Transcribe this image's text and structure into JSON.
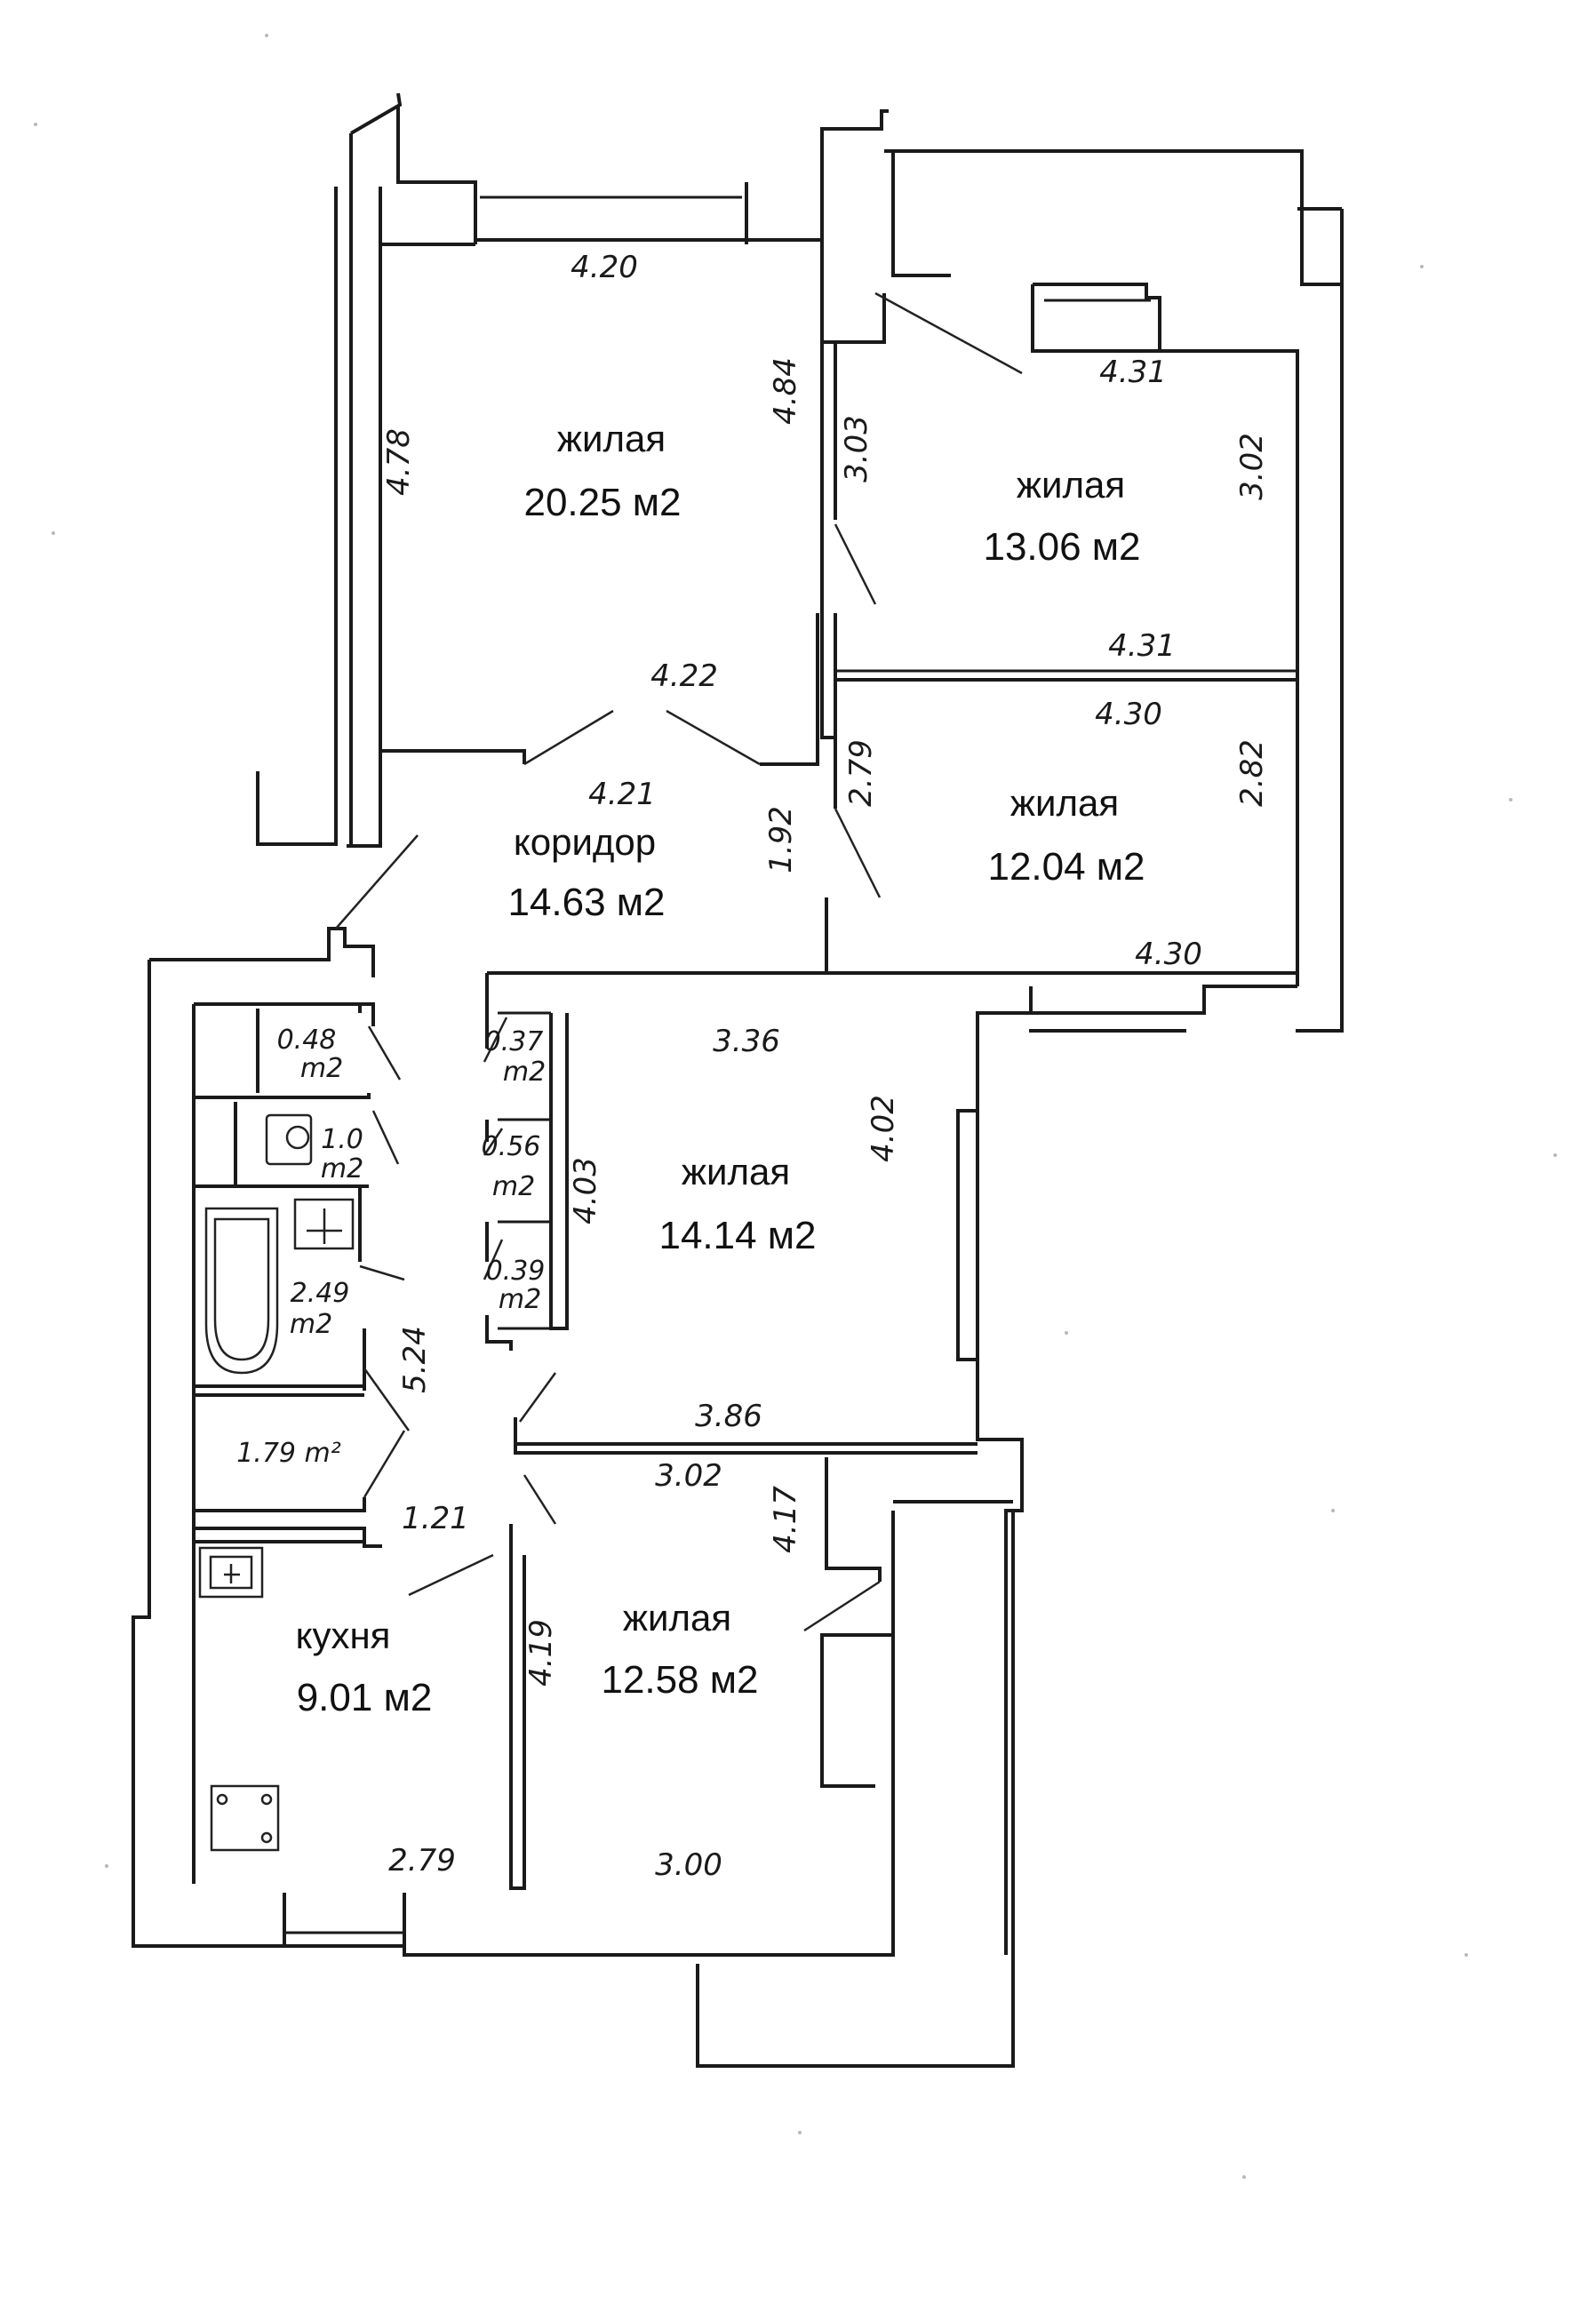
{
  "rooms": {
    "living_1": {
      "name": "жилая",
      "area": "20.25 м2"
    },
    "living_2": {
      "name": "жилая",
      "area": "13.06 м2"
    },
    "living_3": {
      "name": "жилая",
      "area": "12.04 м2"
    },
    "corridor": {
      "name": "коридор",
      "area": "14.63 м2"
    },
    "living_4": {
      "name": "жилая",
      "area": "14.14 м2"
    },
    "living_5": {
      "name": "жилая",
      "area": "12.58 м2"
    },
    "kitchen": {
      "name": "кухня",
      "area": "9.01 м2"
    }
  },
  "dimensions": {
    "living_1_top": "4.20",
    "living_1_left": "4.78",
    "living_1_right": "4.84",
    "living_1_bottom": "4.22",
    "living_2_top": "4.31",
    "living_2_left": "3.03",
    "living_2_right": "3.02",
    "living_2_bottom": "4.31",
    "living_3_top": "4.30",
    "living_3_left": "2.79",
    "living_3_right": "2.82",
    "living_3_bottom": "4.30",
    "corridor_top": "4.21",
    "corridor_side": "1.92",
    "corridor_lower": "5.24",
    "corridor_exit": "1.21",
    "living_4_top": "3.36",
    "living_4_left": "4.03",
    "living_4_right": "4.02",
    "living_4_bottom": "3.86",
    "living_5_top": "3.02",
    "living_5_left": "4.19",
    "living_5_right": "4.17",
    "living_5_bottom": "3.00",
    "kitchen_bottom": "2.79"
  },
  "small_rooms": {
    "closet_a": {
      "value": "0.48",
      "unit": "m2"
    },
    "toilet": {
      "value": "1.0",
      "unit": "m2"
    },
    "bath": {
      "value": "2.49",
      "unit": "m2"
    },
    "utility": {
      "value": "1.79 m²"
    },
    "closet_b": {
      "value": "0.37",
      "unit": "m2"
    },
    "closet_c": {
      "value": "0.56",
      "unit": "m2"
    },
    "closet_d": {
      "value": "0.39",
      "unit": "m2"
    }
  }
}
